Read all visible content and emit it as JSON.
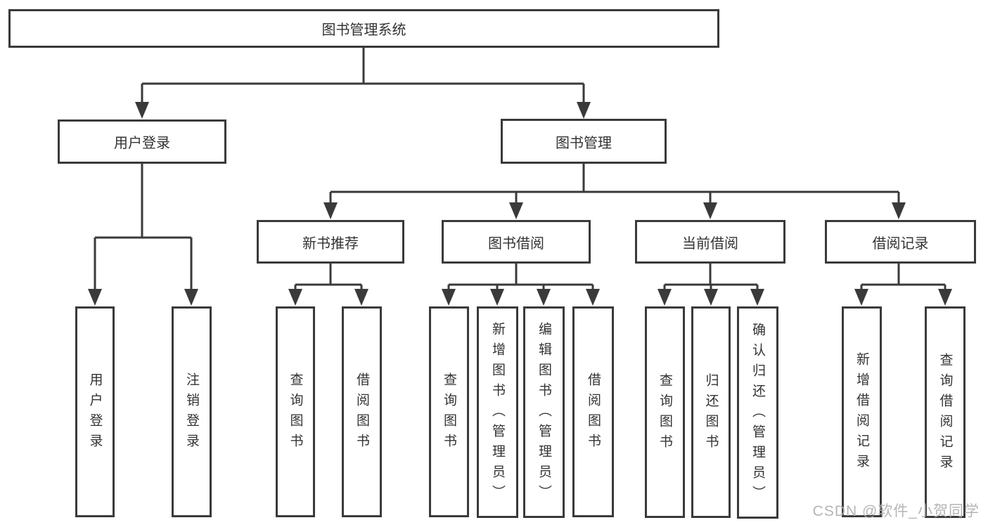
{
  "diagram": {
    "root": {
      "label": "图书管理系统"
    },
    "level2": [
      {
        "label": "用户登录"
      },
      {
        "label": "图书管理"
      }
    ],
    "level3": [
      {
        "label": "新书推荐"
      },
      {
        "label": "图书借阅"
      },
      {
        "label": "当前借阅"
      },
      {
        "label": "借阅记录"
      }
    ],
    "leaves": {
      "user_login": [
        "用户登录",
        "注销登录"
      ],
      "new_book": [
        "查询图书",
        "借阅图书"
      ],
      "book_borrow": [
        "查询图书",
        "新增图书（管理员）",
        "编辑图书（管理员）",
        "借阅图书"
      ],
      "current_borrow": [
        "查询图书",
        "归还图书",
        "确认归还（管理员）"
      ],
      "borrow_record": [
        "新增借阅记录",
        "查询借阅记录"
      ]
    }
  },
  "watermark": {
    "text": "CSDN @软件_小贺同学"
  },
  "colors": {
    "line": "#3a3a3a",
    "text": "#333333",
    "watermark": "#afafaf",
    "background": "#ffffff"
  }
}
